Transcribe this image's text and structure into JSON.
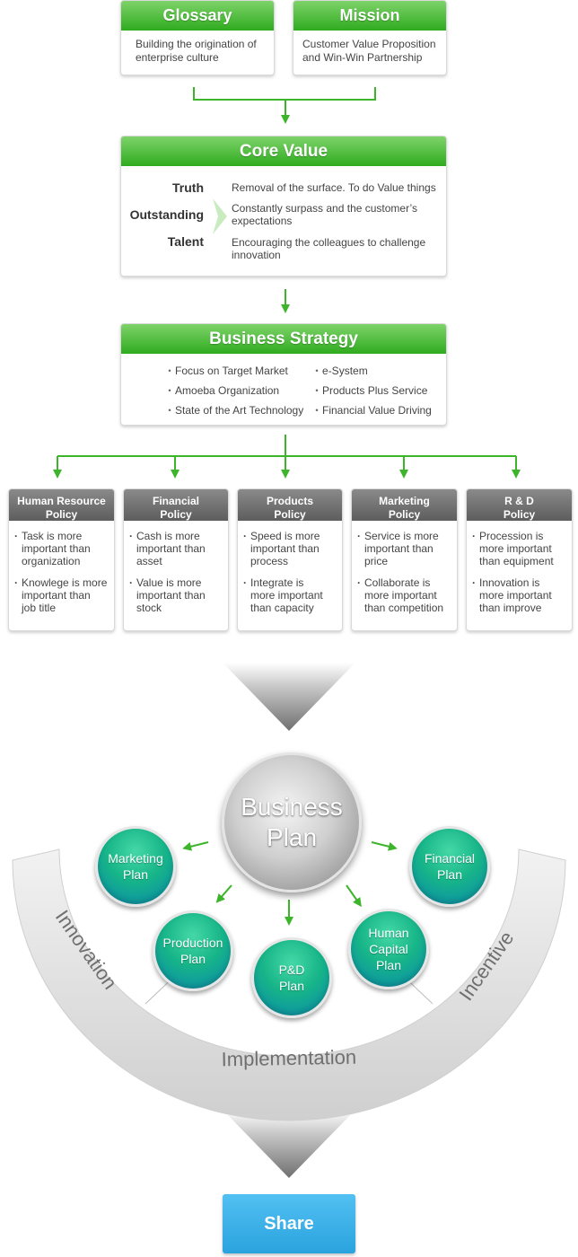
{
  "glossary": {
    "title": "Glossary",
    "body_line1": "Building the origination of",
    "body_line2": "enterprise culture"
  },
  "mission": {
    "title": "Mission",
    "body_line1": "Customer Value Proposition",
    "body_line2": "and Win-Win Partnership"
  },
  "core_value": {
    "title": "Core Value",
    "labels": [
      "Truth",
      "Outstanding",
      "Talent"
    ],
    "descriptions": [
      {
        "line1": "Removal of the surface. To do Value things",
        "line2": ""
      },
      {
        "line1": "Constantly surpass and the customer’s",
        "line2": "expectations"
      },
      {
        "line1": "Encouraging the colleagues to challenge",
        "line2": "innovation"
      }
    ]
  },
  "business_strategy": {
    "title": "Business Strategy",
    "left_items": [
      "Focus on Target Market",
      "Amoeba Organization",
      "State of the Art Technology"
    ],
    "right_items": [
      "e-System",
      "Products Plus Service",
      "Financial Value Driving"
    ]
  },
  "policies": [
    {
      "title_line1": "Human Resource",
      "title_line2": "Policy",
      "items": [
        [
          "Task is more",
          "important than",
          "organization"
        ],
        [
          "Knowlege is more",
          "important than",
          "job title"
        ]
      ]
    },
    {
      "title_line1": "Financial",
      "title_line2": "Policy",
      "items": [
        [
          "Cash is more",
          "important than",
          "asset"
        ],
        [
          "Value is more",
          "important than",
          "stock"
        ]
      ]
    },
    {
      "title_line1": "Products",
      "title_line2": "Policy",
      "items": [
        [
          "Speed is more",
          "important than",
          "process"
        ],
        [
          "Integrate is",
          "more important",
          "than capacity"
        ]
      ]
    },
    {
      "title_line1": "Marketing",
      "title_line2": "Policy",
      "items": [
        [
          "Service is more",
          "important than",
          "price"
        ],
        [
          "Collaborate is",
          "more important",
          "than competition"
        ]
      ]
    },
    {
      "title_line1": "R & D",
      "title_line2": "Policy",
      "items": [
        [
          "Procession is",
          "more important",
          "than equipment"
        ],
        [
          "Innovation is",
          "more important",
          "than improve"
        ]
      ]
    }
  ],
  "business_plan": {
    "center_line1": "Business",
    "center_line2": "Plan",
    "plans": [
      {
        "line1": "Marketing",
        "line2": "Plan",
        "line3": ""
      },
      {
        "line1": "Financial",
        "line2": "Plan",
        "line3": ""
      },
      {
        "line1": "Production",
        "line2": "Plan",
        "line3": ""
      },
      {
        "line1": "P&D",
        "line2": "Plan",
        "line3": ""
      },
      {
        "line1": "Human",
        "line2": "Capital",
        "line3": "Plan"
      }
    ],
    "arc_labels": {
      "left": "Innovation",
      "bottom": "Implementation",
      "right": "Incentive"
    }
  },
  "share": {
    "label": "Share"
  },
  "colors": {
    "green": "#3cb52a",
    "blue": "#3ab2ea",
    "gray_head": "#6e6e6e",
    "teal": "#17b588"
  }
}
